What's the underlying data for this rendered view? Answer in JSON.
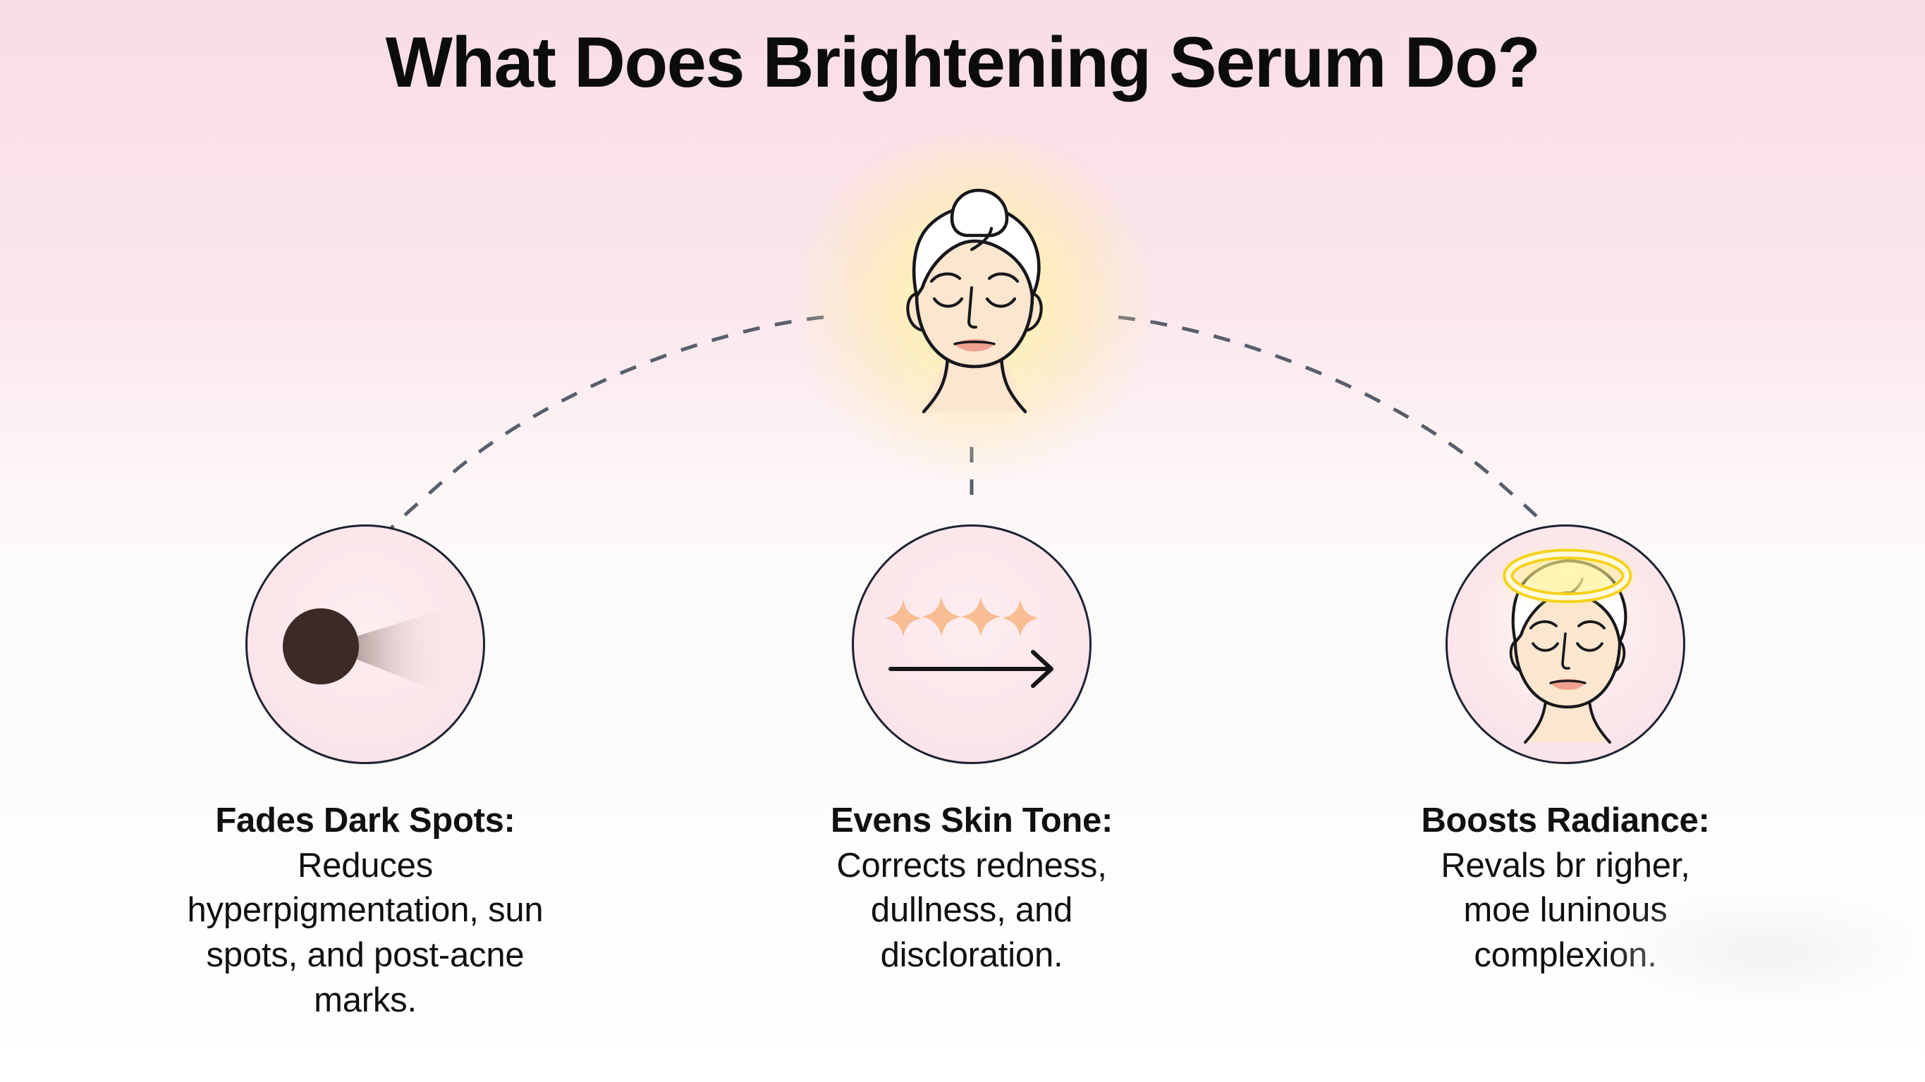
{
  "page": {
    "title": "What Does Brightening Serum Do?",
    "background_top_color": "#f9dde8",
    "background_bottom_color": "#ffffff"
  },
  "hero": {
    "icon_name": "glowing-face-with-towel-wrap",
    "glow_color": "#fff2b8",
    "skin_color": "#fbe6cf",
    "towel_color": "#ffffff",
    "lip_color": "#f0a08f",
    "outline_color": "#17171b"
  },
  "connectors": {
    "color": "#4a5160",
    "style": "dashed",
    "count": 3
  },
  "cards": [
    {
      "id": "fades-dark-spots",
      "icon_name": "fading-dark-spot-icon",
      "icon_colors": {
        "spot": "#3c2a26",
        "trail": "#cbb0ae",
        "circle_fill": "#fbe4e9",
        "circle_border": "#1d2330"
      },
      "title": "Fades Dark Spots:",
      "body": "Reduces hyperpigmentation, sun spots, and post-acne marks."
    },
    {
      "id": "evens-skin-tone",
      "icon_name": "sparkles-with-right-arrow-icon",
      "icon_colors": {
        "sparkle": "#f8bd92",
        "arrow": "#16161a",
        "circle_fill": "#fbe4e9",
        "circle_border": "#1d2330"
      },
      "title": "Evens Skin Tone:",
      "body": "Corrects redness, dullness, and discloration."
    },
    {
      "id": "boosts-radiance",
      "icon_name": "face-with-glowing-halo-icon",
      "icon_colors": {
        "halo": "#f6d21c",
        "halo_glow": "#fff6b0",
        "skin": "#fbe6cf",
        "circle_fill": "#fbe4e9",
        "circle_border": "#1d2330"
      },
      "title": "Boosts Radiance:",
      "body": "Revals br righer, moe luninous complexion."
    }
  ]
}
